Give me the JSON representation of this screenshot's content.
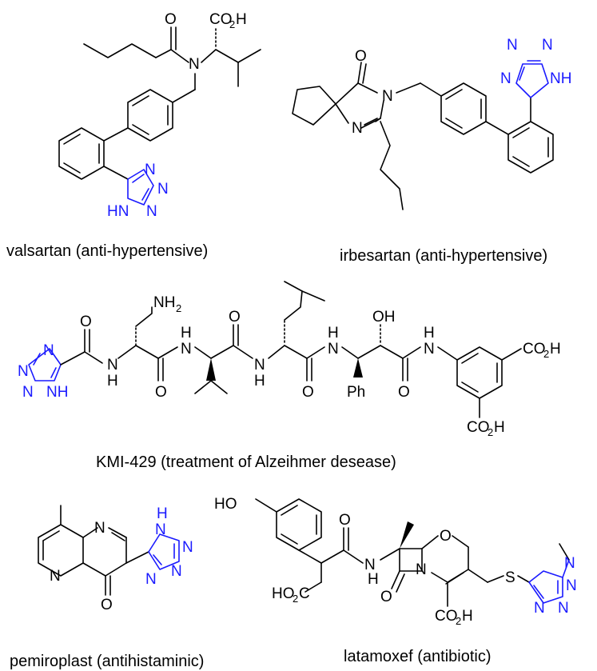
{
  "colors": {
    "background": "#ffffff",
    "bond": "#000000",
    "tetrazole": "#1a1aff"
  },
  "molecules": [
    {
      "id": "valsartan",
      "caption": "valsartan (anti-hypertensive)"
    },
    {
      "id": "irbesartan",
      "caption": "irbesartan (anti-hypertensive)"
    },
    {
      "id": "kmi429",
      "caption": "KMI-429 (treatment of Alzeihmer desease)"
    },
    {
      "id": "pemiroplast",
      "caption": "pemiroplast (antihistaminic)"
    },
    {
      "id": "latamoxef",
      "caption": "latamoxef (antibiotic)"
    }
  ],
  "atoms": {
    "O": "O",
    "N": "N",
    "NH": "NH",
    "HN": "HN",
    "H": "H",
    "S": "S",
    "OH": "OH",
    "HO": "HO",
    "Ph": "Ph",
    "CO": "CO",
    "2": "2",
    "H_suffix": "H",
    "NH_prefix": "NH",
    "HO_prefix": "HO",
    "C": "C"
  }
}
